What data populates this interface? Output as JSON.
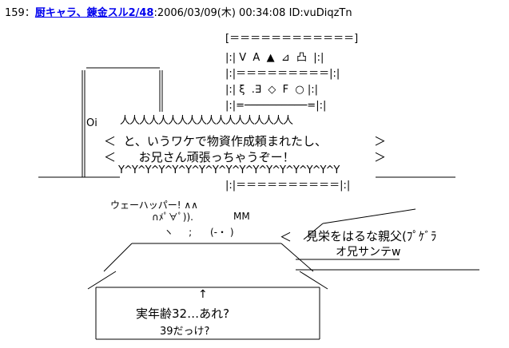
{
  "post": {
    "number": "159",
    "colon": "：",
    "name": "厨キャラ、錬金スル2/48",
    "info": ":2006/03/09(木) 00:34:08 ID:vuDiqzTn"
  },
  "art": {
    "box_top": "[＝＝＝＝＝＝＝＝＝＝＝＝]",
    "row1": "|:| V  A  ▲  ⊿  凸  |:|",
    "row2": "|:|＝＝＝＝＝＝＝＝＝|:|",
    "row3": "|:| ξ  .∃  ◇  F  ○ |:|",
    "row4": "|:|=──────────=|:|",
    "oi": "Oi",
    "speech_line1": "＜  と、いうワケで物資作成頼まれたし、",
    "speech_line2": "＜      お兄さん頑張っちゃうぞー！",
    "speech_right1": "＞",
    "speech_right2": "＞",
    "wave_top": "人人人人人人人人人人人人人人人人人人",
    "wave_bottom": "Y^Y^Y^Y^Y^Y^Y^Y^Y^Y^Y^Y^Y^Y^Y^Y^Y",
    "box_bottom": "|:|＝＝＝＝＝＝＝＝＝＝|:|",
    "weehappa": "ウェーハッパー! ∧∧",
    "face1": "∩ﾒﾟ∀ﾟ)).",
    "mm": "MM",
    "hands": "ヽ     ;      (-・ )",
    "bubble_arrow": "＜",
    "bubble_line1": "見栄をはるな親父(ﾌﾟｹﾞﾗ",
    "bubble_line2": "オ兄サンテw",
    "arrow_up": "↑",
    "age_line1": "実年齢32…あれ?",
    "age_line2": "39だっけ?"
  }
}
